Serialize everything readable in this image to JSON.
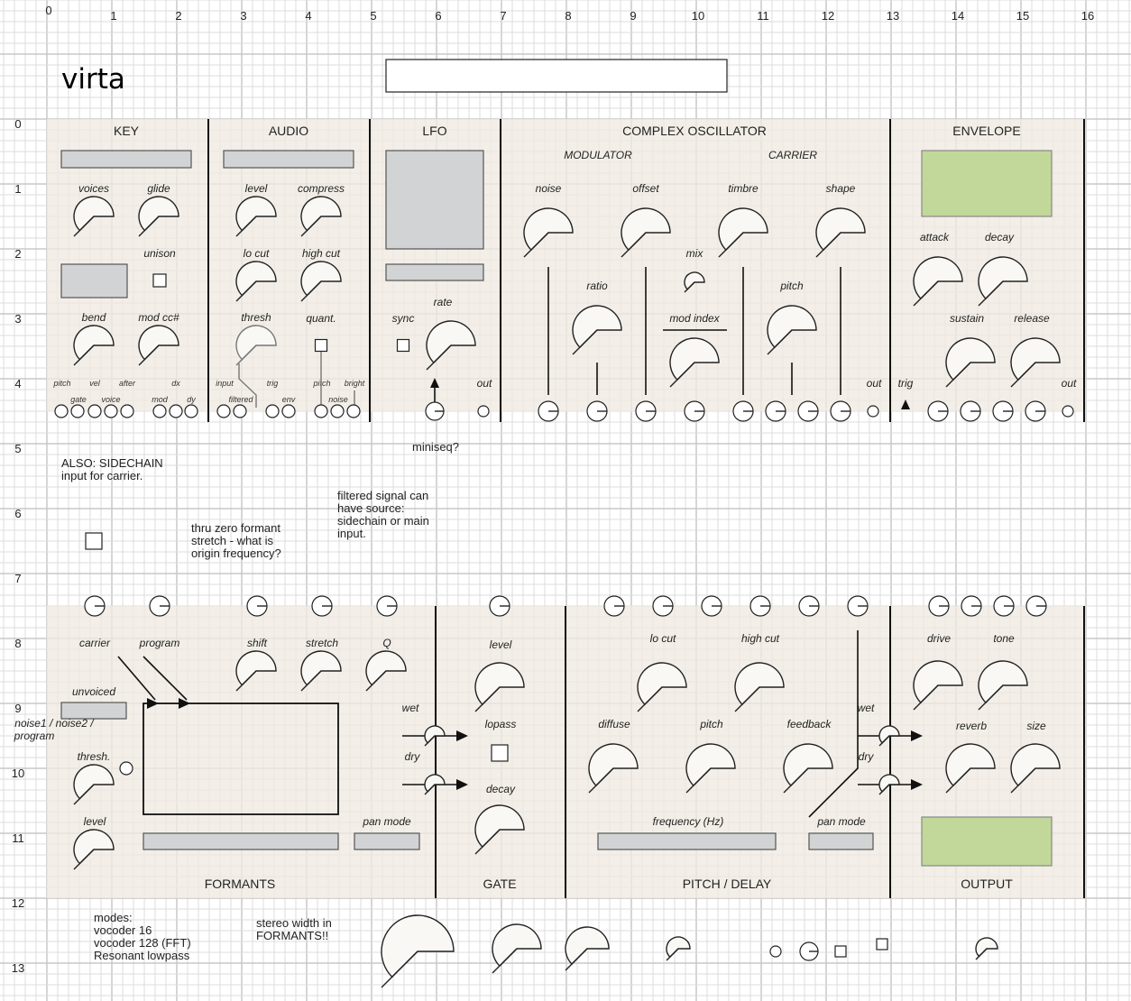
{
  "title": "virta",
  "grid": {
    "columns": [
      "0",
      "1",
      "2",
      "3",
      "4",
      "5",
      "6",
      "7",
      "8",
      "9",
      "10",
      "11",
      "12",
      "13",
      "14",
      "15",
      "16"
    ],
    "rows": [
      "0",
      "1",
      "2",
      "3",
      "4",
      "5",
      "6",
      "7",
      "8",
      "9",
      "10",
      "11",
      "12",
      "13"
    ]
  },
  "top": {
    "key": {
      "title": "KEY",
      "knobs": [
        "voices",
        "glide",
        "bend",
        "mod cc#"
      ],
      "toggle": "unison",
      "jacks_top": [
        "pitch",
        "vel",
        "after",
        "dx"
      ],
      "jacks_bottom": [
        "gate",
        "voice",
        "mod",
        "dy"
      ]
    },
    "audio": {
      "title": "AUDIO",
      "knobs": [
        "level",
        "compress",
        "lo cut",
        "high cut",
        "thresh"
      ],
      "toggle": "quant.",
      "jacks_top": [
        "input",
        "trig",
        "pitch",
        "bright"
      ],
      "jacks_bottom": [
        "filtered",
        "env",
        "noise"
      ]
    },
    "lfo": {
      "title": "LFO",
      "toggle": "sync",
      "knob": "rate",
      "out": "out"
    },
    "osc": {
      "title": "COMPLEX OSCILLATOR",
      "modulator": "MODULATOR",
      "carrier": "CARRIER",
      "knobs": [
        "noise",
        "offset",
        "timbre",
        "shape",
        "mix",
        "ratio",
        "pitch",
        "mod index"
      ],
      "out": "out"
    },
    "env": {
      "title": "ENVELOPE",
      "knobs": [
        "attack",
        "decay",
        "sustain",
        "release"
      ],
      "trig": "trig",
      "out": "out",
      "display_color": "#c2d89a"
    }
  },
  "notes": {
    "miniseq": "miniseq?",
    "sidechain": [
      "ALSO: SIDECHAIN",
      "input for carrier."
    ],
    "thru_zero": [
      "thru zero formant",
      "stretch - what is",
      "origin frequency?"
    ],
    "filtered": [
      "filtered signal can",
      "have source:",
      "sidechain or main",
      "input."
    ],
    "modes": [
      "modes:",
      "vocoder 16",
      "vocoder 128 (FFT)",
      "Resonant lowpass"
    ],
    "stereo": [
      "stereo width in",
      "FORMANTS!!"
    ]
  },
  "bottom": {
    "formants": {
      "title": "FORMANTS",
      "carrier": "carrier",
      "program": "program",
      "unvoiced": "unvoiced",
      "source_options": [
        "noise1 / noise2 /",
        "program"
      ],
      "knobs": [
        "thresh.",
        "level",
        "shift",
        "stretch",
        "Q"
      ],
      "pan_mode": "pan mode",
      "wet": "wet",
      "dry": "dry"
    },
    "gate": {
      "title": "GATE",
      "knobs": [
        "level",
        "decay"
      ],
      "toggle": "lopass"
    },
    "pitch_delay": {
      "title": "PITCH / DELAY",
      "knobs": [
        "lo cut",
        "high cut",
        "diffuse",
        "pitch",
        "feedback"
      ],
      "frequency": "frequency (Hz)",
      "pan_mode": "pan mode",
      "wet": "wet",
      "dry": "dry"
    },
    "output": {
      "title": "OUTPUT",
      "knobs": [
        "drive",
        "tone",
        "reverb",
        "size"
      ],
      "display_color": "#c2d89a"
    }
  }
}
